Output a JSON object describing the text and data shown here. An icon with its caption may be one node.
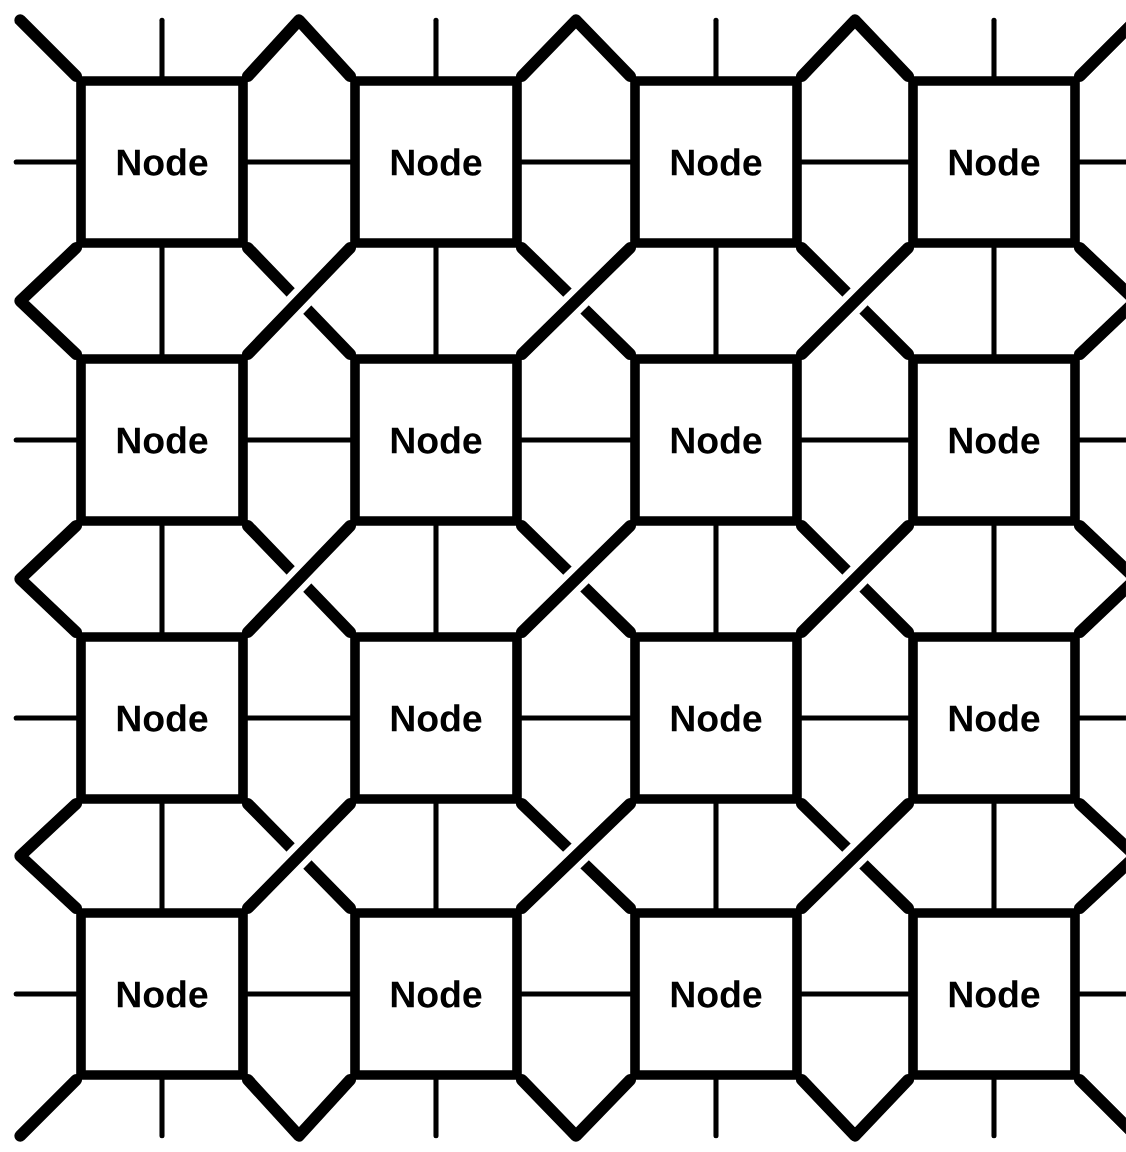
{
  "diagram": {
    "nodes": [
      {
        "text": [
          "Node"
        ]
      },
      {
        "text": [
          "Node"
        ]
      },
      {
        "text": [
          "Node"
        ]
      },
      {
        "text": [
          "Node"
        ]
      },
      {
        "text": [
          "Node"
        ]
      },
      {
        "text": [
          "Node"
        ]
      },
      {
        "text": [
          "Node"
        ]
      },
      {
        "text": [
          "Node"
        ]
      },
      {
        "text": [
          "Node"
        ]
      },
      {
        "text": [
          "Node"
        ]
      },
      {
        "text": [
          "Node"
        ]
      },
      {
        "text": [
          "Node"
        ]
      },
      {
        "text": [
          "Node"
        ]
      },
      {
        "text": [
          "Node"
        ]
      },
      {
        "text": [
          "Node"
        ]
      },
      {
        "text": [
          "Node"
        ]
      }
    ],
    "edges": [
      {
        "from": 0,
        "to": 1,
        "arrow": "none"
      },
      {
        "from": 1,
        "to": 2,
        "arrow": "none"
      },
      {
        "from": 2,
        "to": 3,
        "arrow": "none"
      },
      {
        "from": 4,
        "to": 5,
        "arrow": "none"
      },
      {
        "from": 5,
        "to": 6,
        "arrow": "none"
      },
      {
        "from": 6,
        "to": 7,
        "arrow": "none"
      },
      {
        "from": 8,
        "to": 9,
        "arrow": "none"
      },
      {
        "from": 9,
        "to": 10,
        "arrow": "none"
      },
      {
        "from": 10,
        "to": 11,
        "arrow": "none"
      },
      {
        "from": 12,
        "to": 13,
        "arrow": "none"
      },
      {
        "from": 13,
        "to": 14,
        "arrow": "none"
      },
      {
        "from": 14,
        "to": 15,
        "arrow": "none"
      },
      {
        "from": 0,
        "to": 4,
        "arrow": "none"
      },
      {
        "from": 1,
        "to": 5,
        "arrow": "none"
      },
      {
        "from": 2,
        "to": 6,
        "arrow": "none"
      },
      {
        "from": 3,
        "to": 7,
        "arrow": "none"
      },
      {
        "from": 4,
        "to": 8,
        "arrow": "none"
      },
      {
        "from": 5,
        "to": 9,
        "arrow": "none"
      },
      {
        "from": 6,
        "to": 10,
        "arrow": "none"
      },
      {
        "from": 7,
        "to": 11,
        "arrow": "none"
      },
      {
        "from": 8,
        "to": 12,
        "arrow": "none"
      },
      {
        "from": 9,
        "to": 13,
        "arrow": "none"
      },
      {
        "from": 10,
        "to": 14,
        "arrow": "none"
      },
      {
        "from": 11,
        "to": 15,
        "arrow": "none"
      },
      {
        "from": 0,
        "to": null,
        "arrow": "none"
      },
      {
        "from": 1,
        "to": null,
        "arrow": "none"
      },
      {
        "from": 2,
        "to": null,
        "arrow": "none"
      },
      {
        "from": 3,
        "to": null,
        "arrow": "none"
      },
      {
        "from": 12,
        "to": null,
        "arrow": "none"
      },
      {
        "from": 13,
        "to": null,
        "arrow": "none"
      },
      {
        "from": 14,
        "to": null,
        "arrow": "none"
      },
      {
        "from": 15,
        "to": null,
        "arrow": "none"
      },
      {
        "from": 0,
        "to": null,
        "arrow": "none"
      },
      {
        "from": 4,
        "to": null,
        "arrow": "none"
      },
      {
        "from": 8,
        "to": null,
        "arrow": "none"
      },
      {
        "from": 12,
        "to": null,
        "arrow": "none"
      },
      {
        "from": 3,
        "to": null,
        "arrow": "none"
      },
      {
        "from": 7,
        "to": null,
        "arrow": "none"
      },
      {
        "from": 11,
        "to": null,
        "arrow": "none"
      },
      {
        "from": 15,
        "to": null,
        "arrow": "none"
      },
      {
        "from": 0,
        "to": 5,
        "arrow": "none",
        "style": "thick"
      },
      {
        "from": 1,
        "to": 4,
        "arrow": "none",
        "style": "thick"
      },
      {
        "from": 1,
        "to": 6,
        "arrow": "none",
        "style": "thick"
      },
      {
        "from": 2,
        "to": 5,
        "arrow": "none",
        "style": "thick"
      },
      {
        "from": 2,
        "to": 7,
        "arrow": "none",
        "style": "thick"
      },
      {
        "from": 3,
        "to": 6,
        "arrow": "none",
        "style": "thick"
      },
      {
        "from": 4,
        "to": 9,
        "arrow": "none",
        "style": "thick"
      },
      {
        "from": 5,
        "to": 8,
        "arrow": "none",
        "style": "thick"
      },
      {
        "from": 5,
        "to": 10,
        "arrow": "none",
        "style": "thick"
      },
      {
        "from": 6,
        "to": 9,
        "arrow": "none",
        "style": "thick"
      },
      {
        "from": 6,
        "to": 11,
        "arrow": "none",
        "style": "thick"
      },
      {
        "from": 7,
        "to": 10,
        "arrow": "none",
        "style": "thick"
      },
      {
        "from": 8,
        "to": 13,
        "arrow": "none",
        "style": "thick"
      },
      {
        "from": 9,
        "to": 12,
        "arrow": "none",
        "style": "thick"
      },
      {
        "from": 9,
        "to": 14,
        "arrow": "none",
        "style": "thick"
      },
      {
        "from": 10,
        "to": 13,
        "arrow": "none",
        "style": "thick"
      },
      {
        "from": 10,
        "to": 15,
        "arrow": "none",
        "style": "thick"
      },
      {
        "from": 11,
        "to": 14,
        "arrow": "none",
        "style": "thick"
      },
      {
        "from": 0,
        "to": 1,
        "arrow": "none",
        "style": "thick"
      },
      {
        "from": 1,
        "to": 2,
        "arrow": "none",
        "style": "thick"
      },
      {
        "from": 2,
        "to": 3,
        "arrow": "none",
        "style": "thick"
      },
      {
        "from": 12,
        "to": 13,
        "arrow": "none",
        "style": "thick"
      },
      {
        "from": 13,
        "to": 14,
        "arrow": "none",
        "style": "thick"
      },
      {
        "from": 14,
        "to": 15,
        "arrow": "none",
        "style": "thick"
      },
      {
        "from": 0,
        "to": 4,
        "arrow": "none",
        "style": "thick"
      },
      {
        "from": 4,
        "to": 8,
        "arrow": "none",
        "style": "thick"
      },
      {
        "from": 8,
        "to": 12,
        "arrow": "none",
        "style": "thick"
      },
      {
        "from": 3,
        "to": 7,
        "arrow": "none",
        "style": "thick"
      },
      {
        "from": 7,
        "to": 11,
        "arrow": "none",
        "style": "thick"
      },
      {
        "from": 11,
        "to": 15,
        "arrow": "none",
        "style": "thick"
      },
      {
        "from": 0,
        "to": null,
        "arrow": "none",
        "style": "thick"
      },
      {
        "from": 3,
        "to": null,
        "arrow": "none",
        "style": "thick"
      },
      {
        "from": 12,
        "to": null,
        "arrow": "none",
        "style": "thick"
      },
      {
        "from": 15,
        "to": null,
        "arrow": "none",
        "style": "thick"
      }
    ]
  }
}
